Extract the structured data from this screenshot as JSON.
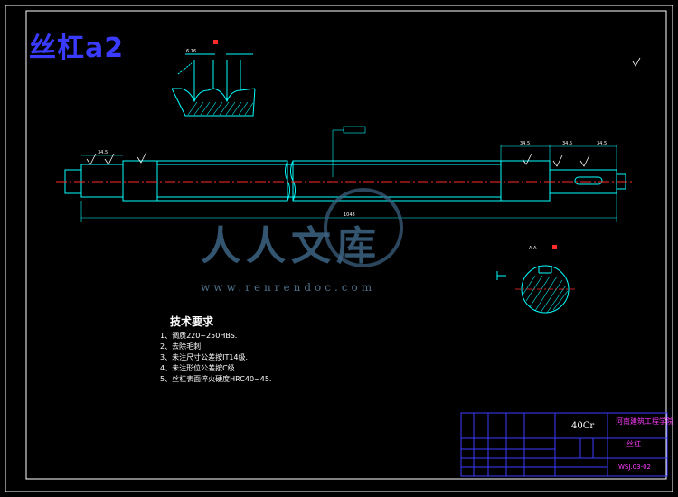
{
  "title": "丝杠a2",
  "technical_requirements": {
    "heading": "技术要求",
    "items": [
      "1、调质220~250HBS.",
      "2、去除毛刺.",
      "3、未注尺寸公差按IT14级.",
      "4、未注形位公差按C级.",
      "5、丝杠表面淬火硬度HRC40~45."
    ]
  },
  "title_block": {
    "material": "40Cr",
    "school": "河南建筑工程学院",
    "part_name": "丝杠",
    "drawing_number": "WSJ.03-02"
  },
  "dimensions": {
    "overall_length": "1048",
    "seg_right_1": "34.5",
    "seg_right_2": "34.5",
    "seg_right_3": "34.5",
    "seg_left": "34.5",
    "thread_pitch": "6.16",
    "section_label": "A-A"
  },
  "watermark": {
    "text_cn": "人人文库",
    "url": "www.renrendoc.com"
  },
  "colors": {
    "frame": "#ffffff",
    "geometry": "#00ffff",
    "centerline": "#ff2a2a",
    "title_text": "#3b3bff",
    "title_block_lines": "#3b3bff",
    "title_block_text": "#ff3cff"
  }
}
